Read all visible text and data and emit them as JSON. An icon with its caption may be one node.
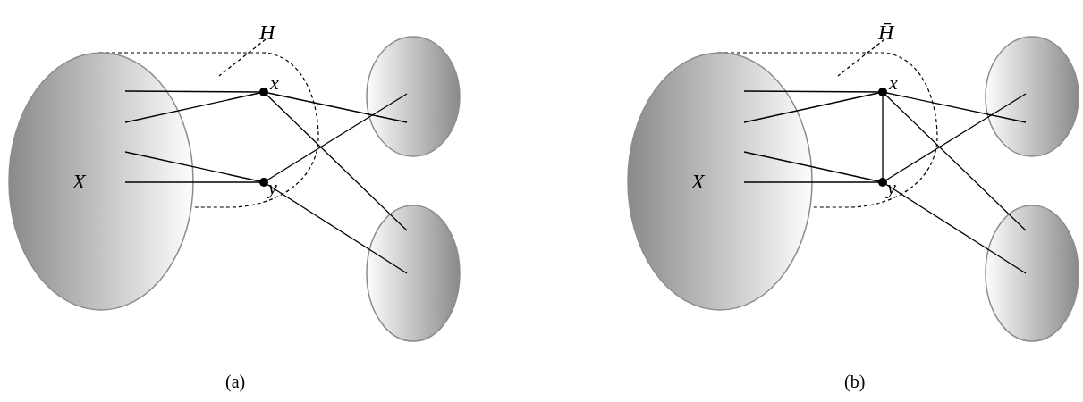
{
  "diagram": {
    "nodes": [
      {
        "text": [
          "X"
        ]
      },
      {
        "text": [
          "H"
        ]
      },
      {
        "text": [],
        "shape": "box"
      },
      {
        "text": [],
        "shape": "circle",
        "beside": [
          "x"
        ],
        "in": 2
      },
      {
        "text": [],
        "shape": "circle",
        "beside": [
          "y"
        ],
        "in": 2
      },
      {
        "text": [],
        "shape": "ellipse"
      },
      {
        "text": [],
        "shape": "ellipse"
      },
      {
        "text": [
          "X"
        ]
      },
      {
        "text": [
          "H̄"
        ]
      },
      {
        "text": [],
        "shape": "box"
      },
      {
        "text": [],
        "shape": "circle",
        "beside": [
          "x"
        ],
        "in": 9
      },
      {
        "text": [],
        "shape": "circle",
        "beside": [
          "y"
        ],
        "in": 9
      },
      {
        "text": [],
        "shape": "ellipse"
      },
      {
        "text": [],
        "shape": "ellipse"
      }
    ],
    "edges": [
      {
        "from": 0,
        "to": 3,
        "arrow": "none"
      },
      {
        "from": 0,
        "to": 3,
        "arrow": "none"
      },
      {
        "from": 0,
        "to": 4,
        "arrow": "none"
      },
      {
        "from": 0,
        "to": 4,
        "arrow": "none"
      },
      {
        "from": 3,
        "to": 5,
        "arrow": "none"
      },
      {
        "from": 3,
        "to": 6,
        "arrow": "none"
      },
      {
        "from": 4,
        "to": 5,
        "arrow": "none"
      },
      {
        "from": 4,
        "to": 6,
        "arrow": "none"
      },
      {
        "from": 1,
        "to": 2,
        "arrow": "none",
        "style": "dashed"
      },
      {
        "from": 7,
        "to": 10,
        "arrow": "none"
      },
      {
        "from": 7,
        "to": 10,
        "arrow": "none"
      },
      {
        "from": 7,
        "to": 11,
        "arrow": "none"
      },
      {
        "from": 7,
        "to": 11,
        "arrow": "none"
      },
      {
        "from": 10,
        "to": 12,
        "arrow": "none"
      },
      {
        "from": 10,
        "to": 13,
        "arrow": "none"
      },
      {
        "from": 11,
        "to": 12,
        "arrow": "none"
      },
      {
        "from": 11,
        "to": 13,
        "arrow": "none"
      },
      {
        "from": 10,
        "to": 11,
        "arrow": "none"
      },
      {
        "from": 8,
        "to": 9,
        "arrow": "none",
        "style": "dashed"
      }
    ],
    "labels": [
      "(a)",
      "(b)"
    ]
  }
}
